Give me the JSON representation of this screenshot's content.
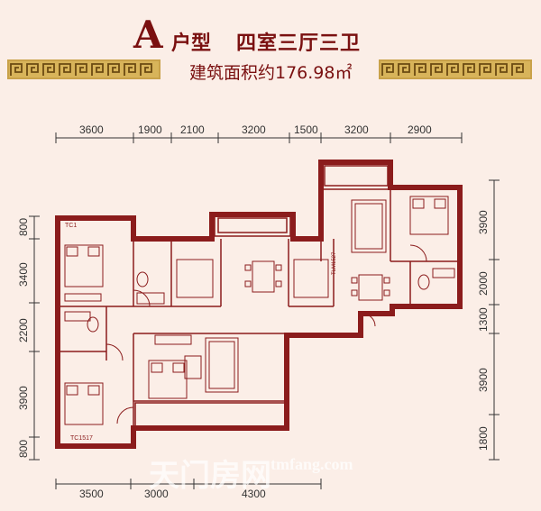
{
  "header": {
    "letter": "A",
    "type_word": "户型",
    "rooms": "四室三厅三卫",
    "area": "建筑面积约176.98㎡"
  },
  "dimensions": {
    "top": [
      "3600",
      "1900",
      "2100",
      "3200",
      "1500",
      "3200",
      "2900"
    ],
    "bottom": [
      "3500",
      "3000",
      "4300"
    ],
    "left": [
      "800",
      "3400",
      "2200",
      "3900",
      "800"
    ],
    "right": [
      "3900",
      "2000",
      "1300",
      "3900",
      "1800"
    ]
  },
  "labels": {
    "window_top_left": "TC1",
    "window_bottom_left": "TC1517",
    "window_right": "TLM1527"
  },
  "watermark": {
    "text": "天门房网",
    "url": "tmfang.com"
  },
  "colors": {
    "wall": "#8b1c1c",
    "background": "#fbeee7",
    "title": "#7a1010"
  }
}
